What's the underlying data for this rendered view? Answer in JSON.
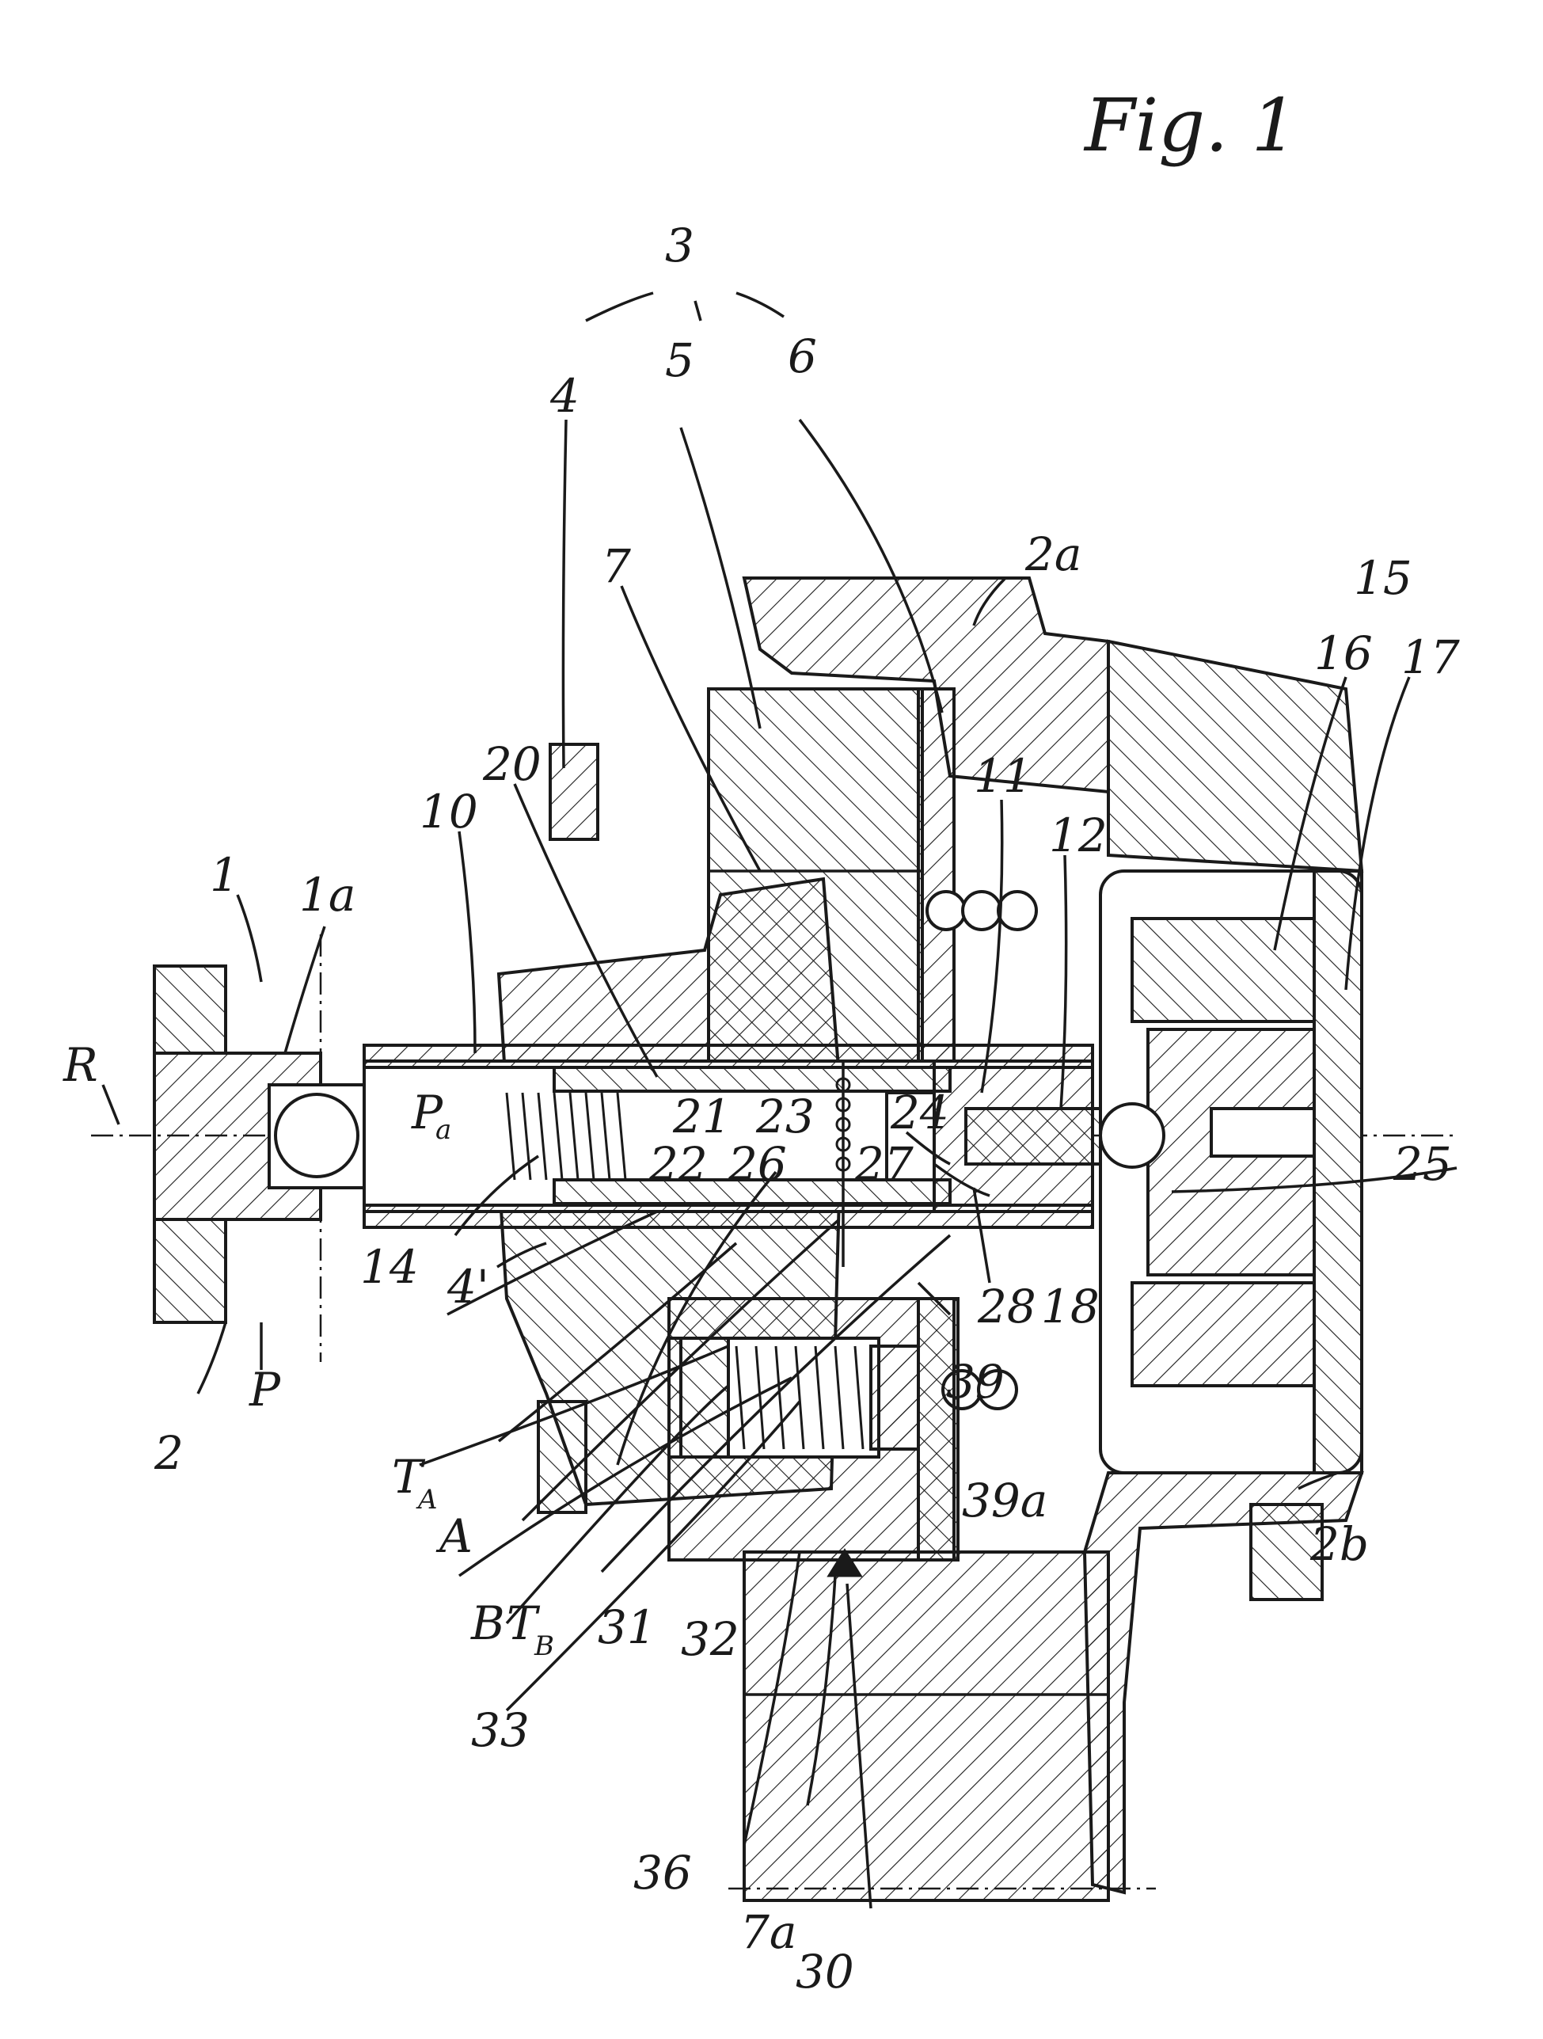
{
  "figure_title": "Fig. 1",
  "labels": {
    "l1": "1",
    "l1a": "1a",
    "l2": "2",
    "l2a": "2a",
    "l2b": "2b",
    "l3": "3",
    "l4": "4",
    "l4p": "4'",
    "l5": "5",
    "l6": "6",
    "l7": "7",
    "l7a": "7a",
    "l10": "10",
    "l11": "11",
    "l12": "12",
    "l14": "14",
    "l15": "15",
    "l16": "16",
    "l17": "17",
    "l18": "18",
    "l20": "20",
    "l21": "21",
    "l22": "22",
    "l23": "23",
    "l24": "24",
    "l25": "25",
    "l26": "26",
    "l27": "27",
    "l28": "28",
    "l30": "30",
    "l31": "31",
    "l32": "32",
    "l33": "33",
    "l36": "36",
    "l39": "39",
    "l39a": "39a",
    "lR": "R",
    "lP": "P",
    "lPa_main": "P",
    "lPa_sub": "a",
    "lTA_main": "T",
    "lTA_sub": "A",
    "lTB_main": "T",
    "lTB_sub": "B",
    "lA": "A",
    "lB": "B"
  }
}
